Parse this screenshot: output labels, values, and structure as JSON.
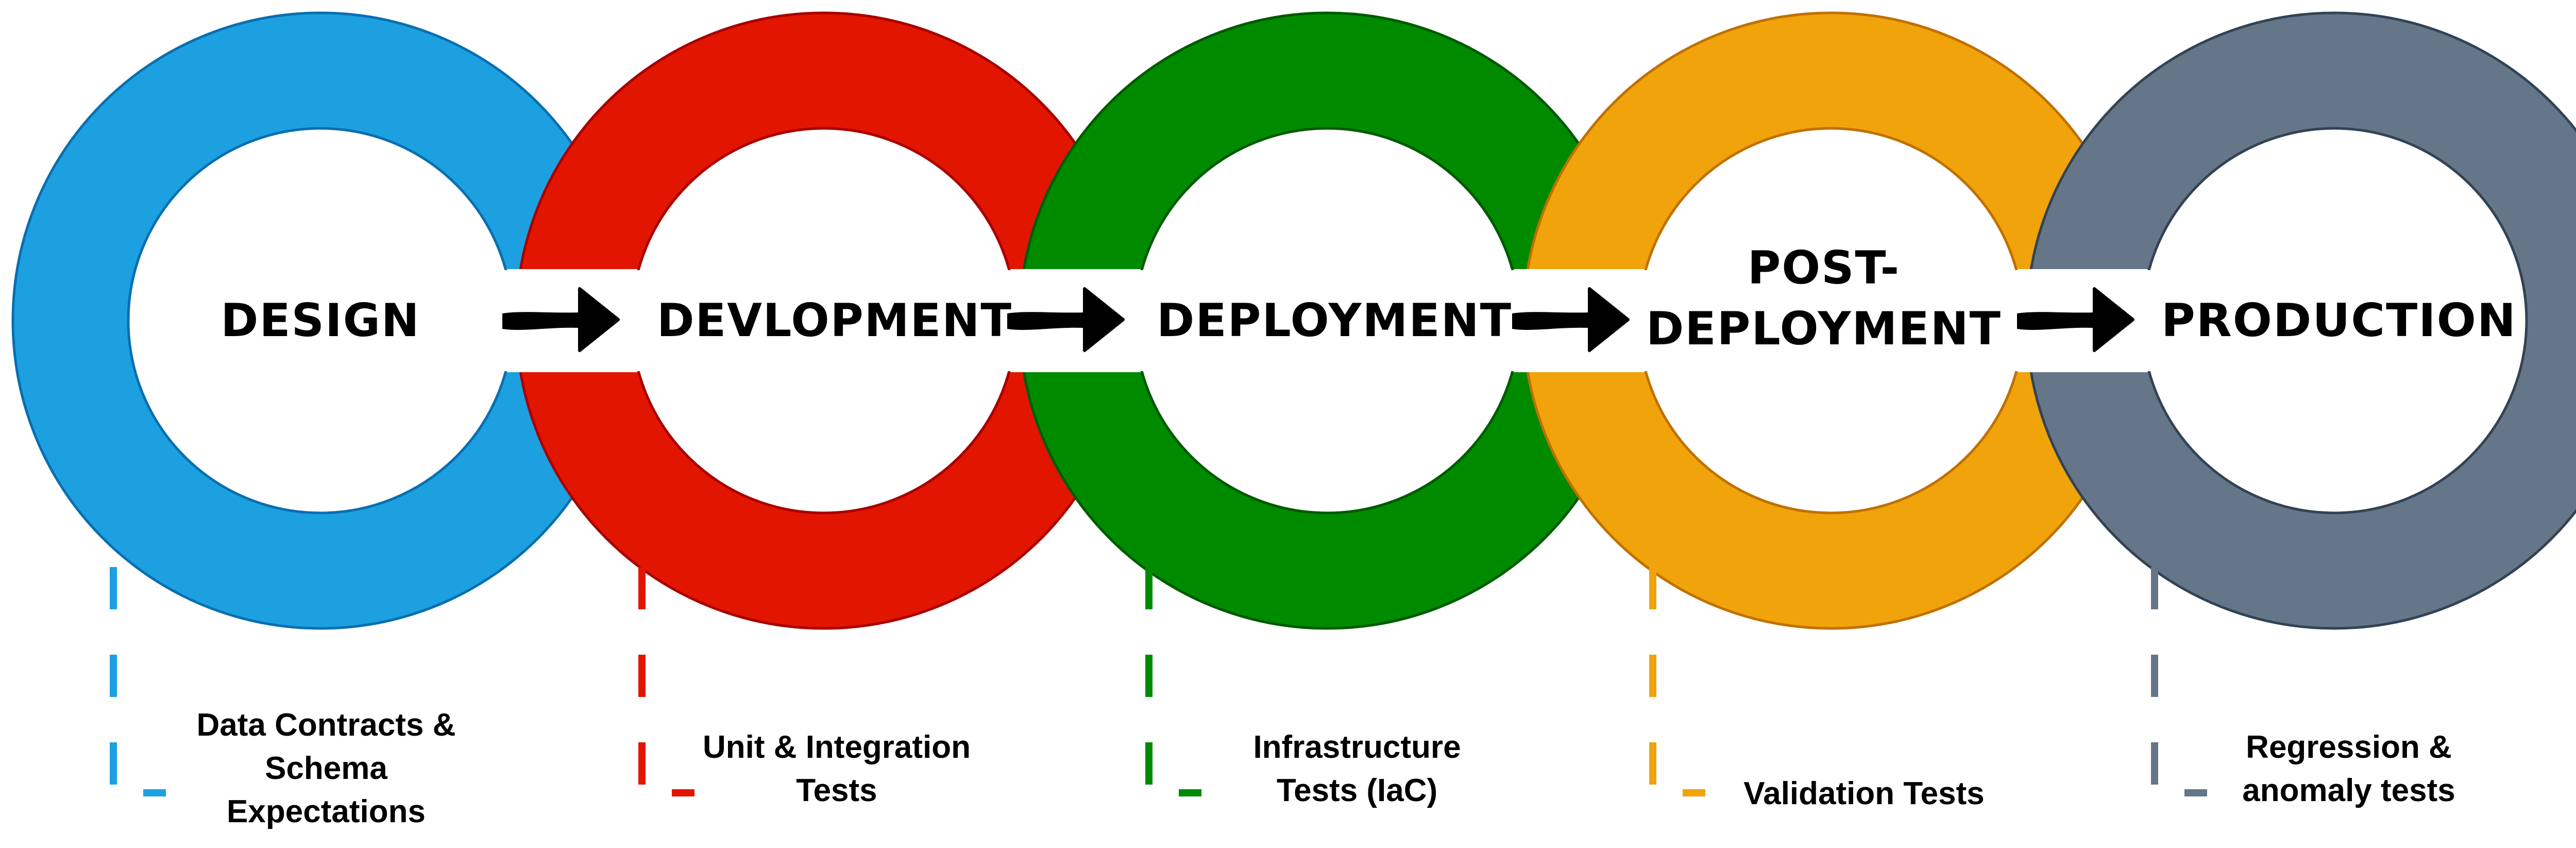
{
  "stages": [
    {
      "name": "DESIGN",
      "color": "#1da0e0",
      "stroke": "#0a6eb0",
      "test_lines": [
        "Data Contracts &",
        "Schema",
        "Expectations"
      ]
    },
    {
      "name": "DEVLOPMENT",
      "color": "#e21500",
      "stroke": "#a80000",
      "test_lines": [
        "Unit & Integration",
        "Tests"
      ]
    },
    {
      "name": "DEPLOYMENT",
      "color": "#008a00",
      "stroke": "#005a00",
      "test_lines": [
        "Infrastructure",
        "Tests (IaC)"
      ]
    },
    {
      "name_lines": [
        "POST-",
        "DEPLOYMENT"
      ],
      "color": "#f0a30b",
      "stroke": "#c07000",
      "test_lines": [
        "Validation Tests"
      ]
    },
    {
      "name": "PRODUCTION",
      "color": "#647687",
      "stroke": "#314354",
      "test_lines": [
        "Regression &",
        "anomaly tests"
      ]
    }
  ],
  "arrow_icon": "hand-drawn-right-arrow"
}
